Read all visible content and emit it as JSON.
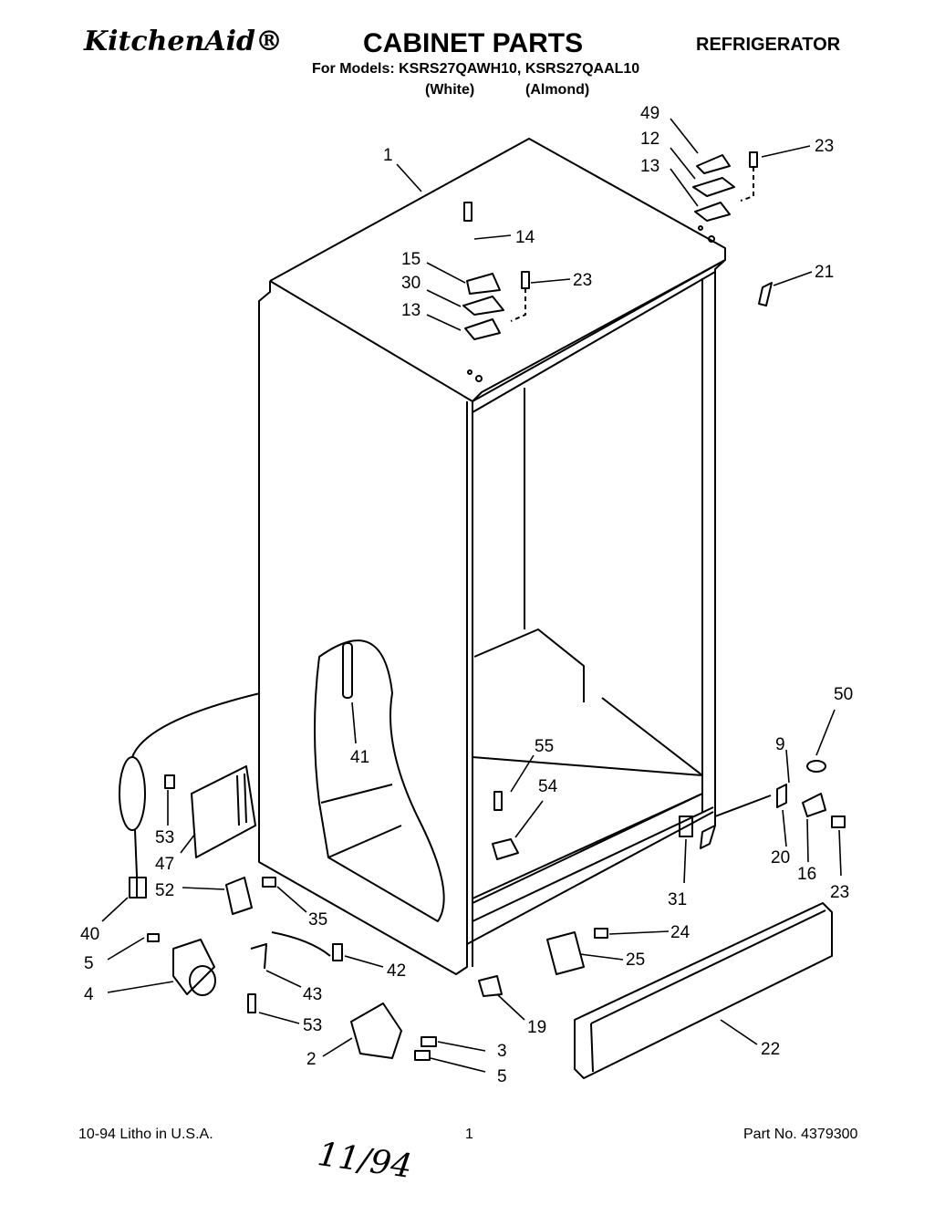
{
  "header": {
    "brand": "KitchenAid®",
    "title": "CABINET PARTS",
    "category": "REFRIGERATOR",
    "models": "For Models: KSRS27QAWH10, KSRS27QAAL10",
    "variant_white": "(White)",
    "variant_almond": "(Almond)"
  },
  "callouts": {
    "c1": "1",
    "c49": "49",
    "c12": "12",
    "c13a": "13",
    "c23a": "23",
    "c14": "14",
    "c15": "15",
    "c30": "30",
    "c23b": "23",
    "c13b": "13",
    "c21": "21",
    "c41": "41",
    "c50": "50",
    "c9": "9",
    "c55": "55",
    "c54": "54",
    "c53a": "53",
    "c47": "47",
    "c52": "52",
    "c40": "40",
    "c35": "35",
    "c5a": "5",
    "c4": "4",
    "c43": "43",
    "c42": "42",
    "c53b": "53",
    "c2": "2",
    "c3": "3",
    "c5b": "5",
    "c19": "19",
    "c24": "24",
    "c25": "25",
    "c22": "22",
    "c31": "31",
    "c20": "20",
    "c16": "16",
    "c23c": "23"
  },
  "footer": {
    "litho": "10-94  Litho in U.S.A.",
    "page": "1",
    "part_no": "Part No. 4379300"
  },
  "handwritten_note": "11/94"
}
